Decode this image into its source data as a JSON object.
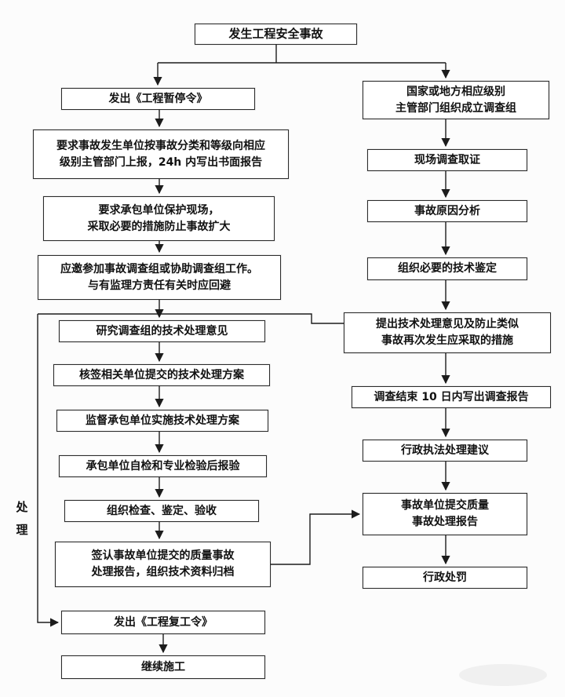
{
  "diagram": {
    "start": "发生工程安全事故",
    "side_label": "处理",
    "left": [
      "发出《工程暂停令》",
      "要求事故发生单位按事故分类和等级向相应\n级别主管部门上报，24h 内写出书面报告",
      "要求承包单位保护现场，\n采取必要的措施防止事故扩大",
      "应邀参加事故调查组或协助调查组工作。\n与有监理方责任有关时应回避",
      "研究调查组的技术处理意见",
      "核签相关单位提交的技术处理方案",
      "监督承包单位实施技术处理方案",
      "承包单位自检和专业检验后报验",
      "组织检查、鉴定、验收",
      "签认事故单位提交的质量事故\n处理报告，组织技术资料归档",
      "发出《工程复工令》",
      "继续施工"
    ],
    "right": [
      "国家或地方相应级别\n主管部门组织成立调查组",
      "现场调查取证",
      "事故原因分析",
      "组织必要的技术鉴定",
      "提出技术处理意见及防止类似\n事故再次发生应采取的措施",
      "调查结束 10 日内写出调查报告",
      "行政执法处理建议",
      "事故单位提交质量\n事故处理报告",
      "行政处罚"
    ],
    "line_color": "#1c1c1c"
  }
}
